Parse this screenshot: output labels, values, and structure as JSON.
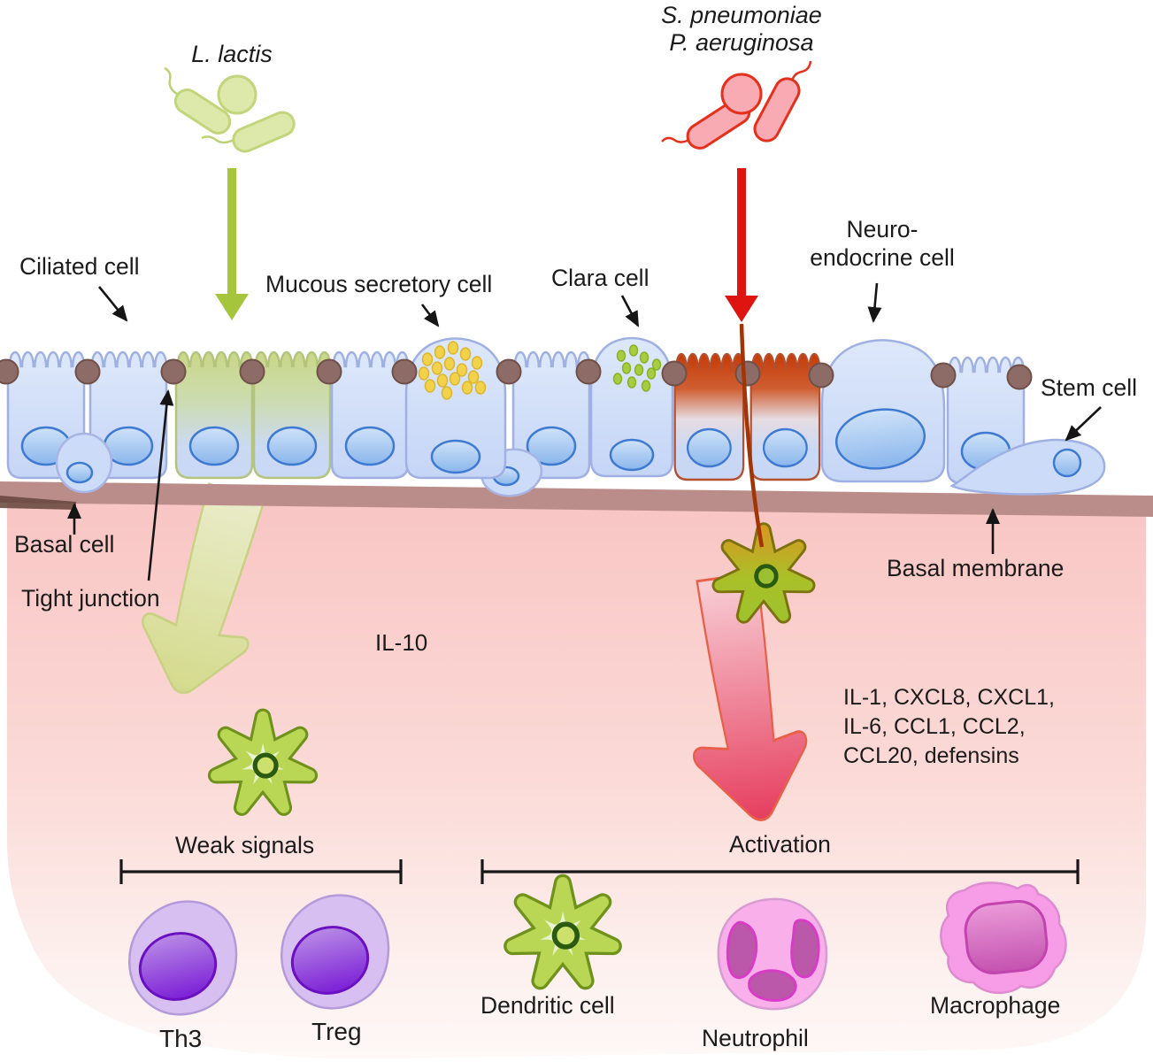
{
  "diagram": {
    "commensal": {
      "name": "L. lactis"
    },
    "pathogens": {
      "line1": "S. pneumoniae",
      "line2": "P. aeruginosa"
    },
    "epithelium_labels": {
      "ciliated_cell": "Ciliated cell",
      "mucous_secretory_cell": "Mucous secretory cell",
      "clara_cell": "Clara cell",
      "neuroendocrine_line1": "Neuro-",
      "neuroendocrine_line2": "endocrine cell",
      "stem_cell": "Stem cell",
      "basal_cell": "Basal cell",
      "tight_junction": "Tight junction",
      "basal_membrane": "Basal membrane"
    },
    "signals": {
      "il10": "IL-10",
      "cytokines_line1": "IL-1, CXCL8, CXCL1,",
      "cytokines_line2": "IL-6, CCL1, CCL2,",
      "cytokines_line3": "CCL20, defensins",
      "weak_signals": "Weak signals",
      "activation": "Activation"
    },
    "immune_cells": {
      "th3": "Th3",
      "treg": "Treg",
      "dendritic_cell": "Dendritic cell",
      "neutrophil": "Neutrophil",
      "macrophage": "Macrophage"
    },
    "colors": {
      "commensal_green": "#a5c53c",
      "pathogen_red": "#dd1410",
      "epithelium_blue": "#c9d8f5",
      "infected_cell_red": "#c63a06",
      "tissue_pink": "#f8c5c3",
      "basal_membrane_mauve": "#bb8d8a",
      "tight_junction_brown": "#8d6b66",
      "dendritic_green": "#abce3e",
      "lymphocyte_purple": "#7c1fd6",
      "neutrophil_pink": "#f9b0ea",
      "macrophage_pink": "#f79ce6",
      "il10_arrow_green": "#d4da8c",
      "activation_arrow_red": "#e63e5e"
    }
  }
}
